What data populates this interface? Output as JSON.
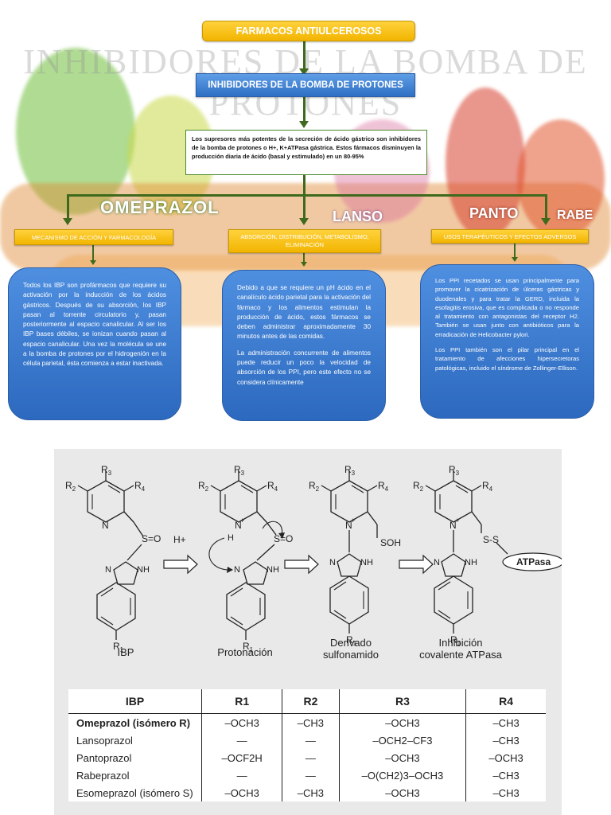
{
  "watermark": {
    "line1": "INHIBIDORES DE LA BOMBA DE",
    "line2": "PROTONES"
  },
  "background_labels": {
    "omeprazol": "OMEPRAZOL",
    "lanso": "LANSO",
    "panto": "PANTO",
    "rabe": "RABE"
  },
  "top_title": "FARMACOS ANTIULCEROSOS",
  "subtitle": "INHIBIDORES DE LA BOMBA DE PROTONES",
  "definition": "Los supresores más potentes de la secreción de ácido gástrico son inhibidores de la bomba de protones o H+, K+ATPasa gástrica. Estos fármacos disminuyen la producción diaria de ácido (basal y estimulado) en un 80-95%",
  "branches": [
    {
      "label": "MECANISMO DE ACCIÓN Y FARMACOLOGÍA",
      "paragraphs": [
        "Todos los IBP son profármacos que requiere su activación por la inducción de los ácidos gástricos. Después de su absorción, los IBP pasan al torrente circulatorio y, pasan posteriormente al espacio canalicular. Al ser los IBP bases débiles, se ionizan cuando pasan al espacio canalicular. Una vez la molécula se une a la bomba de protones por el hidrogenión en la célula parietal, ésta comienza a estar inactivada."
      ]
    },
    {
      "label": "ABSORCIÓN, DISTRIBUCIÓN, METABOLISMO, ELIMINACIÓN",
      "paragraphs": [
        "Debido a que se requiere un pH ácido en el canalículo ácido parietal para la activación del fármaco y los alimentos estimulan la producción de ácido, estos fármacos se deben administrar aproximadamente 30 minutos antes de las comidas.",
        "La administración concurrente de alimentos puede reducir un poco la velocidad de absorción de los PPI, pero este efecto no se considera clínicamente"
      ]
    },
    {
      "label": "USOS TERAPÉUTICOS Y EFECTOS ADVERSOS",
      "paragraphs": [
        "Los PPI recetados se usan principalmente para promover la cicatrización de úlceras gástricas y duodenales y para tratar la GERD, incluida la esofagitis erosiva, que es complicada o no responde al tratamiento con antagonistas del receptor H2. También se usan junto con antibióticos para la erradicación de Helicobacter pylori.",
        "Los PPI también son el pilar principal en el tratamiento de afecciones hipersecretoras patológicas, incluido el síndrome de Zollinger-Ellison."
      ]
    }
  ],
  "mechanism": {
    "h_plus": "H+",
    "atpasa": "ATPasa",
    "stages": [
      {
        "caption": "IBP"
      },
      {
        "caption": "Protonación"
      },
      {
        "caption": "Derivado\nsulfonamido"
      },
      {
        "caption": "Inhibición\ncovalente ATPasa"
      }
    ],
    "atoms": {
      "R1": "R",
      "R2": "R",
      "R3": "R",
      "R4": "R",
      "sub1": "1",
      "sub2": "2",
      "sub3": "3",
      "sub4": "4",
      "N": "N",
      "NH": "NH",
      "H": "H",
      "plus": "+",
      "SO": "S=O",
      "SOH": "SOH",
      "SS": "S-S"
    }
  },
  "table": {
    "headers": [
      "IBP",
      "R1",
      "R2",
      "R3",
      "R4"
    ],
    "rows": [
      [
        "Omeprazol (isómero R)",
        "–OCH3",
        "–CH3",
        "–OCH3",
        "–CH3"
      ],
      [
        "Lansoprazol",
        "—",
        "—",
        "–OCH2–CF3",
        "–CH3"
      ],
      [
        "Pantoprazol",
        "–OCF2H",
        "—",
        "–OCH3",
        "–OCH3"
      ],
      [
        "Rabeprazol",
        "—",
        "—",
        "–O(CH2)3–OCH3",
        "–CH3"
      ],
      [
        "Esomeprazol (isómero S)",
        "–OCH3",
        "–CH3",
        "–OCH3",
        "–CH3"
      ]
    ]
  },
  "colors": {
    "gold": "#f2b400",
    "blue": "#2f6fc4",
    "arrow_green": "#3f6a1e"
  }
}
